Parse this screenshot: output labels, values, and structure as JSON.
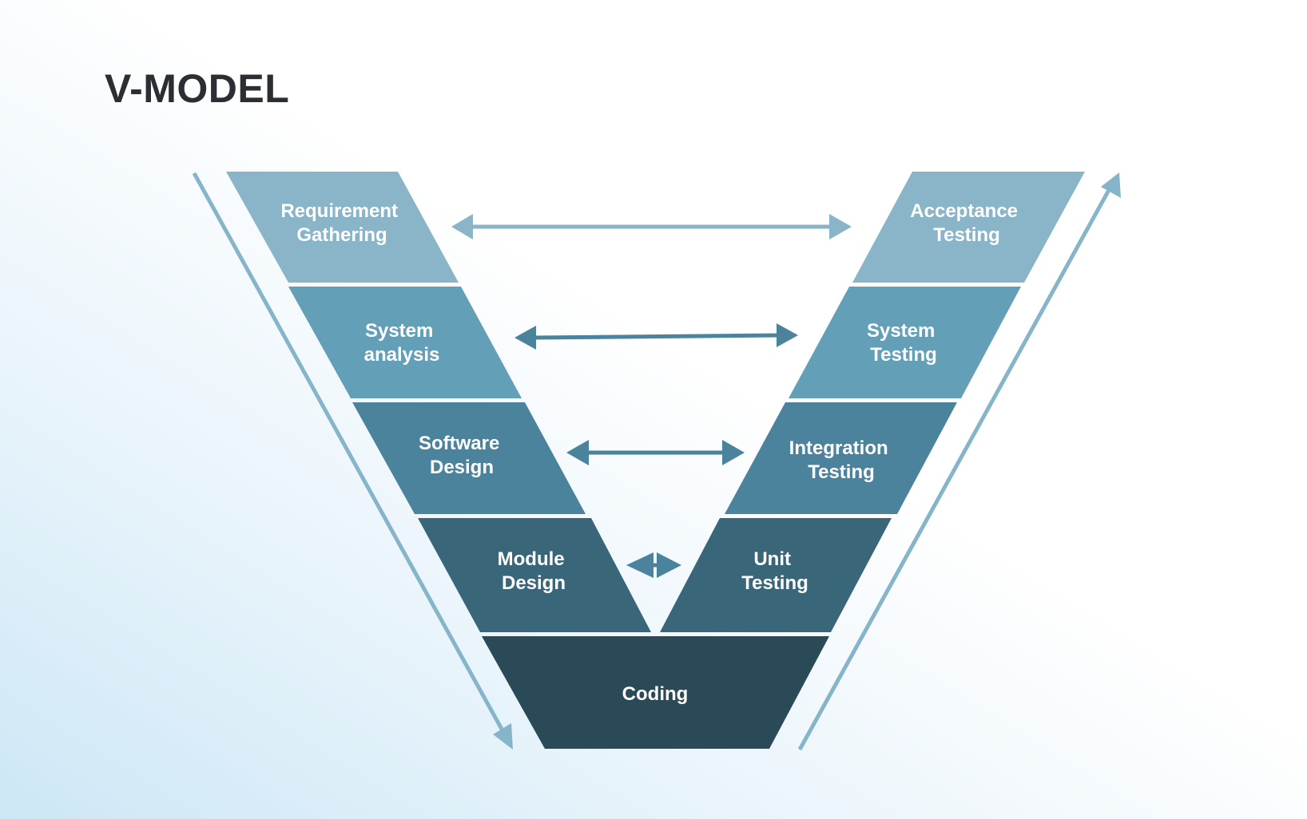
{
  "title": "V-MODEL",
  "stages": {
    "requirement_gathering": [
      "Requirement",
      "Gathering"
    ],
    "system_analysis": [
      "System",
      "analysis"
    ],
    "software_design": [
      "Software",
      "Design"
    ],
    "module_design": [
      "Module",
      "Design"
    ],
    "coding": [
      "Coding"
    ],
    "unit_testing": [
      "Unit",
      "Testing"
    ],
    "integration_testing": [
      "Integration",
      "Testing"
    ],
    "system_testing": [
      "System",
      "Testing"
    ],
    "acceptance_testing": [
      "Acceptance",
      "Testing"
    ]
  },
  "colors": {
    "level_1": "#8ab4c7",
    "level_2": "#649fb8",
    "level_3": "#4b839d",
    "level_4": "#3a6679",
    "level_5": "#2a4a57",
    "flow_arrow": "#86b5ca",
    "link_arrow_top": "#8ab4c7",
    "link_arrow": "#4b839d",
    "title": "#2b2f33"
  }
}
